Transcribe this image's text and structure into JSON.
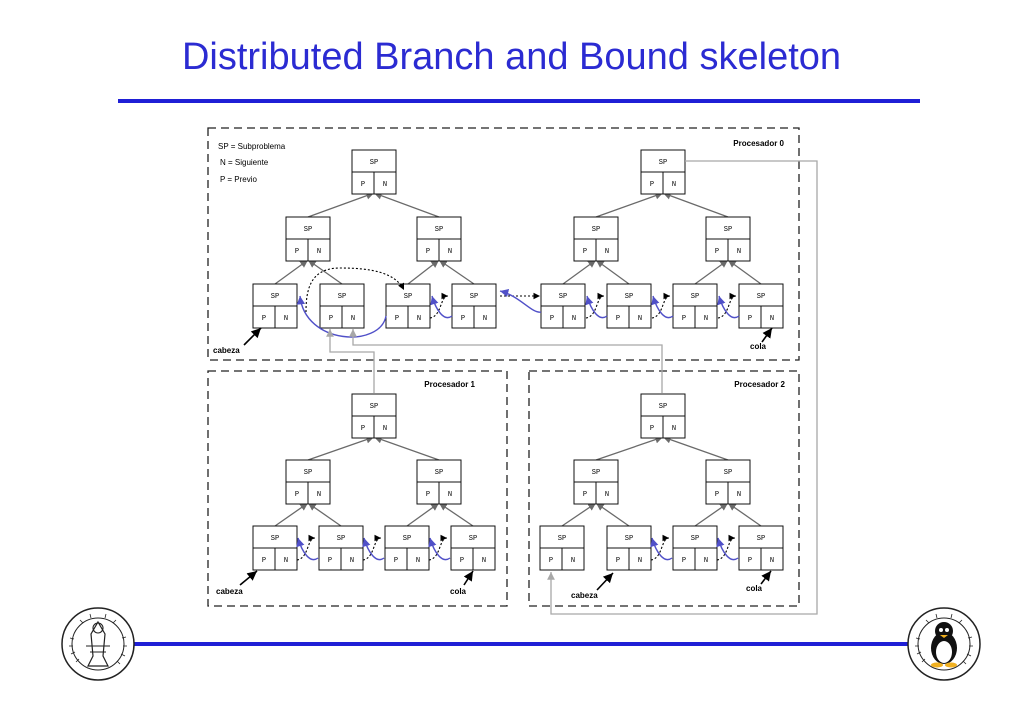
{
  "title": "Distributed Branch and Bound skeleton",
  "legend": {
    "sp": "SP = Subproblema",
    "n": "N = Siguiente",
    "p": "P = Previo"
  },
  "node": {
    "sp": "SP",
    "p": "P",
    "n": "N"
  },
  "procesadores": [
    "Procesador 0",
    "Procesador 1",
    "Procesador 2"
  ],
  "labels": {
    "cabeza": "cabeza",
    "cola": "cola"
  },
  "colors": {
    "title": "#2b2bd2",
    "rule": "#1f1fd6",
    "link": "#5050c8",
    "tree": "#6a6a6a",
    "remote": "#a8a8a8"
  },
  "logos": {
    "left": "university-seal-icon",
    "right": "linux-penguin-seal-icon"
  }
}
